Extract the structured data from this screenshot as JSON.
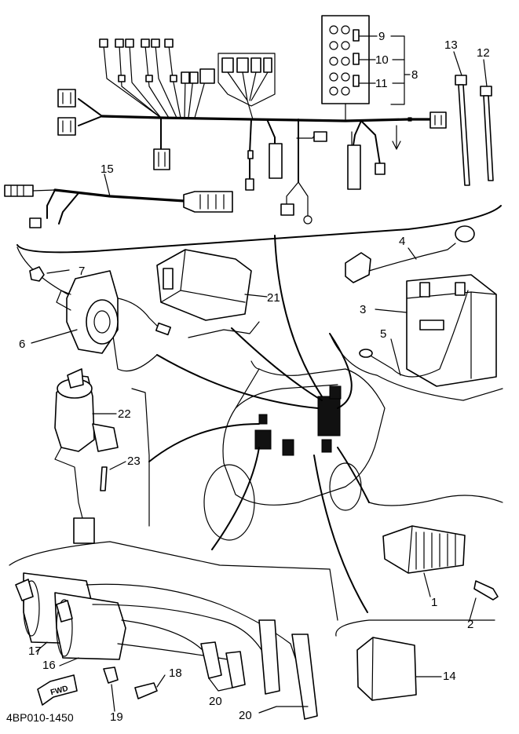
{
  "labels": {
    "p1": "1",
    "p2": "2",
    "p3": "3",
    "p4": "4",
    "p5": "5",
    "p6": "6",
    "p7": "7",
    "p8": "8",
    "p9": "9",
    "p10": "10",
    "p11": "11",
    "p12": "12",
    "p13": "13",
    "p14": "14",
    "p15": "15",
    "p16": "16",
    "p17": "17",
    "p18": "18",
    "p19": "19",
    "p20a": "20",
    "p20b": "20",
    "p21": "21",
    "p22": "22",
    "p23": "23"
  },
  "diagram_code": "4BP010-1450",
  "fwd_arrow": "FWD"
}
